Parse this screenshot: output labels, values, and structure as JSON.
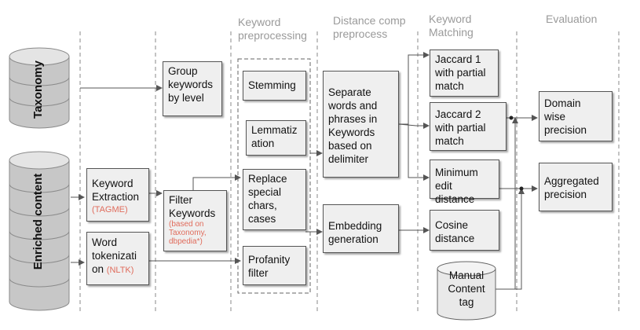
{
  "headers": {
    "preproc": [
      "Keyword",
      "preprocessing"
    ],
    "dist": [
      "Distance comp",
      "preprocess"
    ],
    "match": [
      "Keyword",
      "Matching"
    ],
    "eval": "Evaluation"
  },
  "databases": {
    "taxonomy": "Taxonomy",
    "enriched": "Enriched content"
  },
  "boxes": {
    "group": [
      "Group",
      "keywords",
      "by level"
    ],
    "stemming": "Stemming",
    "lemmatization": [
      "Lemmatiz",
      "ation"
    ],
    "replace": [
      "Replace",
      "special",
      "chars,",
      "cases"
    ],
    "profanity": [
      "Profanity",
      "filter"
    ],
    "keyword_extraction": [
      "Keyword",
      "Extraction"
    ],
    "keyword_extraction_tool": "(TAGME)",
    "filter": [
      "Filter",
      "Keywords"
    ],
    "filter_note": [
      "(based on",
      "Taxonomy,",
      "dbpedia*)"
    ],
    "word_tok": [
      "Word",
      "tokenizati"
    ],
    "word_tok_last": "on",
    "word_tok_tool": "(NLTK)",
    "separate": [
      "Separate",
      "words and",
      "phrases in",
      "Keywords",
      "based on",
      "delimiter"
    ],
    "embedding": [
      "Embedding",
      "generation"
    ],
    "jaccard1": [
      "Jaccard 1",
      "with partial",
      "match"
    ],
    "jaccard2": [
      "Jaccard 2",
      "with partial",
      "match"
    ],
    "min_edit": [
      "Minimum",
      "edit distance"
    ],
    "cosine": [
      "Cosine",
      "distance"
    ],
    "domain_precision": [
      "Domain",
      "wise",
      "precision"
    ],
    "aggregated_precision": [
      "Aggregated",
      "precision"
    ],
    "manual": [
      "Manual",
      "Content",
      "tag"
    ]
  }
}
